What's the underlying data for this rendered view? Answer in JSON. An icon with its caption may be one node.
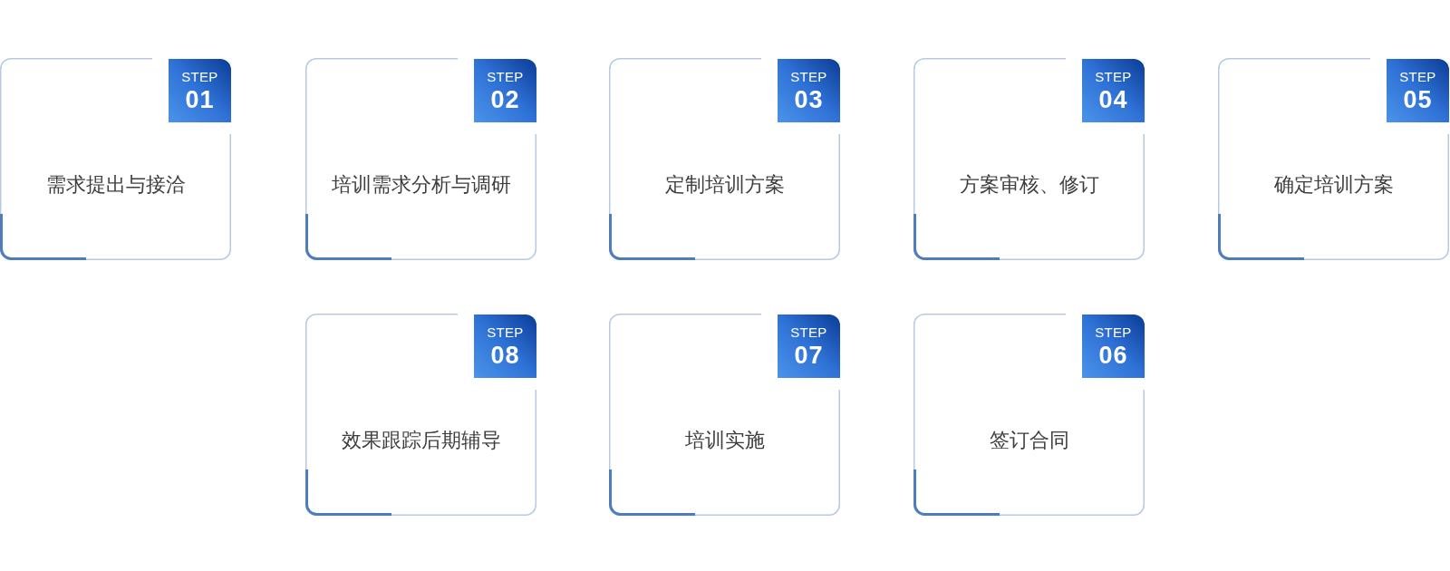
{
  "diagram": {
    "nodes": [
      {
        "text": [
          "需求提出与接洽"
        ]
      },
      {
        "text": [
          "STEP",
          "01"
        ],
        "in": 0
      },
      {
        "text": [
          "培训需求分析与调研"
        ]
      },
      {
        "text": [
          "STEP",
          "02"
        ],
        "in": 2
      },
      {
        "text": [
          "定制培训方案"
        ]
      },
      {
        "text": [
          "STEP",
          "03"
        ],
        "in": 4
      },
      {
        "text": [
          "方案审核、修订"
        ]
      },
      {
        "text": [
          "STEP",
          "04"
        ],
        "in": 6
      },
      {
        "text": [
          "确定培训方案"
        ]
      },
      {
        "text": [
          "STEP",
          "05"
        ],
        "in": 8
      },
      {
        "text": [
          "效果跟踪后期辅导"
        ]
      },
      {
        "text": [
          "STEP",
          "08"
        ],
        "in": 10
      },
      {
        "text": [
          "培训实施"
        ]
      },
      {
        "text": [
          "STEP",
          "07"
        ],
        "in": 12
      },
      {
        "text": [
          "签订合同"
        ]
      },
      {
        "text": [
          "STEP",
          "06"
        ],
        "in": 14
      }
    ]
  }
}
